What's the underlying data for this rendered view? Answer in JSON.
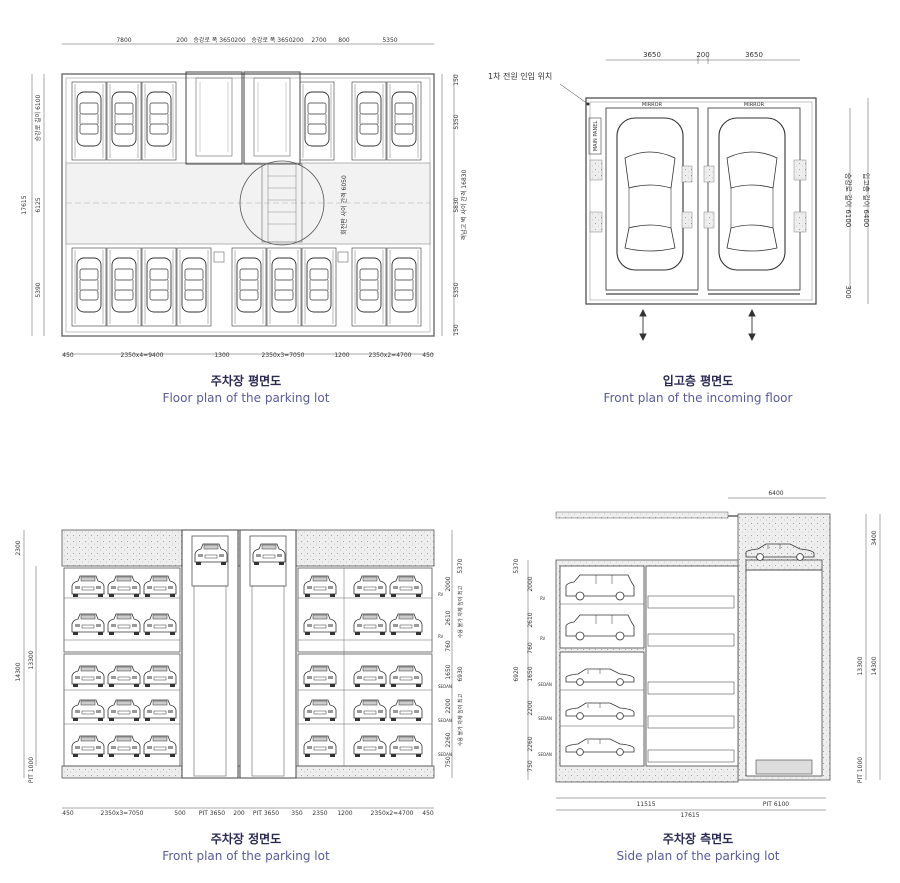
{
  "floor_plan": {
    "caption_ko": "주차장 평면도",
    "caption_en": "Floor plan of the parking lot",
    "top_dims": [
      "7800",
      "200",
      "승강로 폭 3650",
      "200",
      "승강로 폭 3650",
      "200",
      "2700",
      "800",
      "5350"
    ],
    "bottom_dims": [
      "450",
      "2350x4=9400",
      "1300",
      "2350x3=7050",
      "1200",
      "2350x2=4700",
      "450"
    ],
    "left_dims": [
      "승강로 길이 6100",
      "17615",
      "6125",
      "5390"
    ],
    "right_dims": [
      "150",
      "5350",
      "5830",
      "5350",
      "150"
    ],
    "inner_labels": [
      "회전판 사이 간격 6050",
      "격납고 벽 사이 간격 16830"
    ]
  },
  "incoming_floor": {
    "caption_ko": "입고층 평면도",
    "caption_en": "Front plan of the incoming floor",
    "top_dims": [
      "3650",
      "200",
      "3650"
    ],
    "power_label": "1차 전원 인입 위치",
    "panel_label": "MAIN PANEL",
    "mirror_labels": [
      "MIRROR",
      "MIRROR"
    ],
    "right_dims": [
      "승강로 길이 6100",
      "입고층 길이 6400",
      "300"
    ]
  },
  "front_plan": {
    "caption_ko": "주차장 정면도",
    "caption_en": "Front plan of the parking lot",
    "left_dims": [
      "2300",
      "14300",
      "13300",
      "PIT 1000"
    ],
    "right_dims": [
      "5370",
      "2000",
      "2610",
      "760",
      "6930",
      "1650",
      "2200",
      "2260",
      "750"
    ],
    "right_labels": [
      "수용 불가 차체 높이 최고",
      "수용 불가 차체 높이 최고"
    ],
    "level_labels": [
      "RV",
      "RV",
      "SEDAN",
      "SEDAN",
      "SEDAN"
    ],
    "bottom_dims": [
      "450",
      "2350x3=7050",
      "500",
      "PIT 3650",
      "200",
      "PIT 3650",
      "350",
      "2350",
      "1200",
      "2350x2=4700",
      "450"
    ]
  },
  "side_plan": {
    "caption_ko": "주차장 측면도",
    "caption_en": "Side plan of the parking lot",
    "top_dims": [
      "6400"
    ],
    "right_dims": [
      "3400",
      "13300",
      "14300",
      "PIT 1000"
    ],
    "left_dims": [
      "5370",
      "2000",
      "2610",
      "760",
      "6920",
      "1650",
      "2200",
      "2260",
      "750"
    ],
    "bottom_dims": [
      "11515",
      "PIT 6100",
      "17615"
    ],
    "level_labels": [
      "RV",
      "RV",
      "SEDAN",
      "SEDAN",
      "SEDAN"
    ]
  }
}
